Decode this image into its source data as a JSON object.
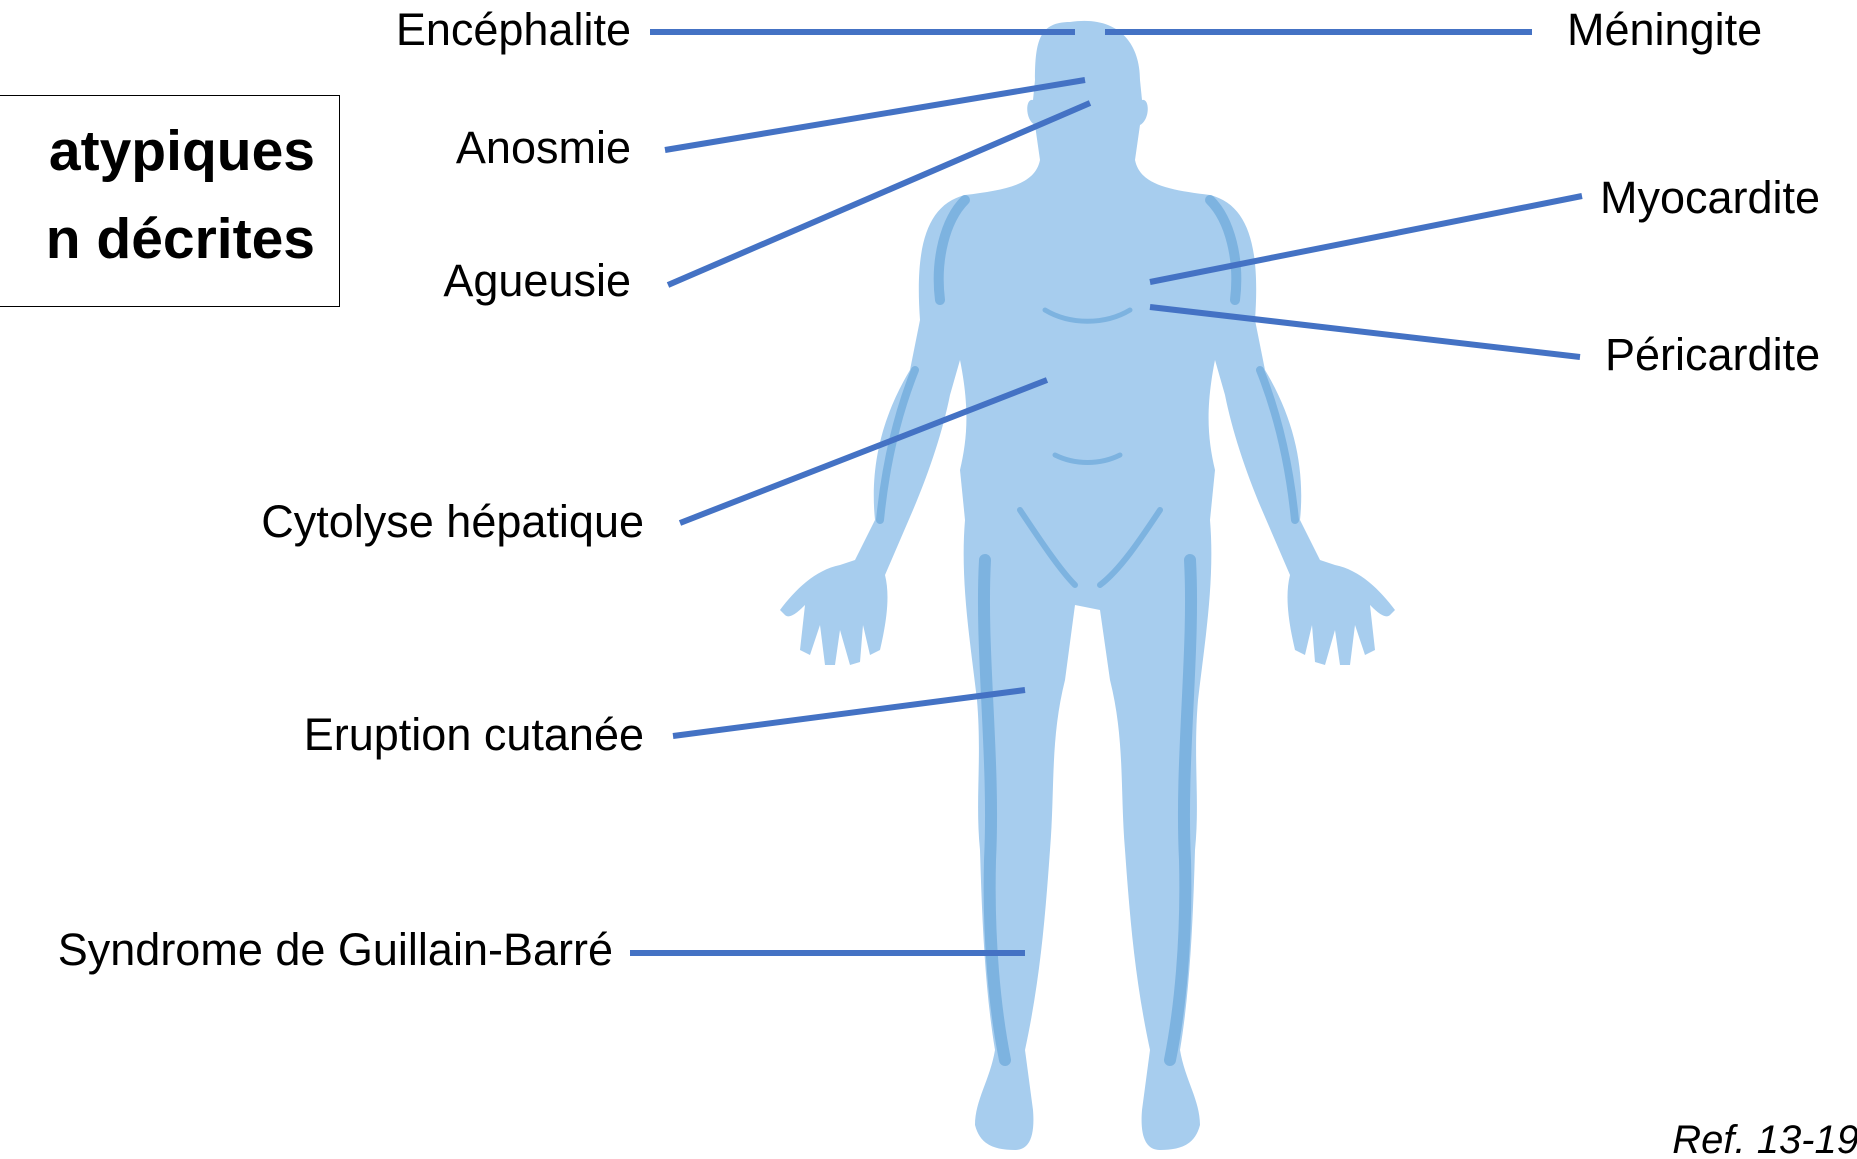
{
  "title_box": {
    "line1": "atypiques",
    "line2": "n décrites"
  },
  "labels": {
    "encephalite": "Encéphalite",
    "meningite": "Méningite",
    "anosmie": "Anosmie",
    "agueusie": "Agueusie",
    "myocardite": "Myocardite",
    "pericardite": "Péricardite",
    "cytolyse": "Cytolyse hépatique",
    "eruption": "Eruption cutanée",
    "guillain_barre": "Syndrome de Guillain-Barré"
  },
  "reference": "Ref. 13-19",
  "colors": {
    "leader_line": "#4472C4",
    "body_fill": "#A7CDEE",
    "body_shade": "#7DB3E0"
  }
}
